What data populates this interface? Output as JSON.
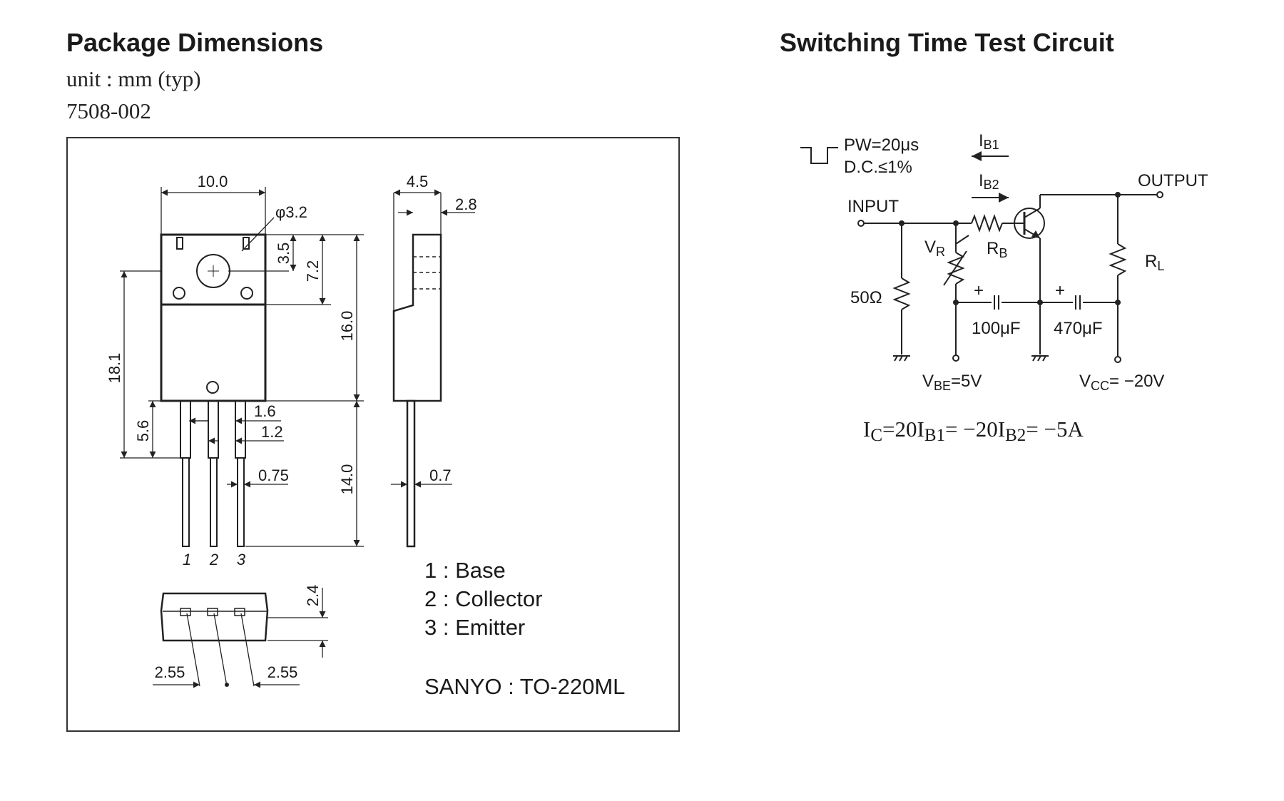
{
  "package": {
    "title": "Package Dimensions",
    "unit": "unit : mm (typ)",
    "code": "7508-002",
    "dimensions": {
      "width_top": "10.0",
      "hole_dia": "φ3.2",
      "side_thickness": "4.5",
      "side_2_8": "2.8",
      "d3_5": "3.5",
      "d7_2": "7.2",
      "d16_0": "16.0",
      "d18_1": "18.1",
      "d5_6": "5.6",
      "d1_6": "1.6",
      "d1_2": "1.2",
      "d0_75": "0.75",
      "d14_0": "14.0",
      "d0_7": "0.7",
      "d2_4": "2.4",
      "d2_55_left": "2.55",
      "d2_55_right": "2.55"
    },
    "pin_numbers": [
      "1",
      "2",
      "3"
    ],
    "pins": [
      "1 : Base",
      "2 : Collector",
      "3 : Emitter"
    ],
    "package_name": "SANYO : TO-220ML"
  },
  "circuit": {
    "title": "Switching Time Test Circuit",
    "pulse": {
      "pw": "PW=20μs",
      "dc": "D.C.≤1%"
    },
    "ib1": {
      "main": "I",
      "sub": "B1"
    },
    "ib2": {
      "main": "I",
      "sub": "B2"
    },
    "input": "INPUT",
    "output": "OUTPUT",
    "vr": {
      "main": "V",
      "sub": "R"
    },
    "rb": {
      "main": "R",
      "sub": "B"
    },
    "rl": {
      "main": "R",
      "sub": "L"
    },
    "r50": "50Ω",
    "c100": "100μF",
    "c470": "470μF",
    "plus": "+",
    "vbe": {
      "main": "V",
      "sub": "BE",
      "rest": "=5V"
    },
    "vcc": {
      "main": "V",
      "sub": "CC",
      "rest": "= −20V"
    },
    "equation": {
      "p1": "I",
      "s1": "C",
      "p2": "=20I",
      "s2": "B1",
      "p3": "= −20I",
      "s3": "B2",
      "p4": "= −5A"
    }
  }
}
